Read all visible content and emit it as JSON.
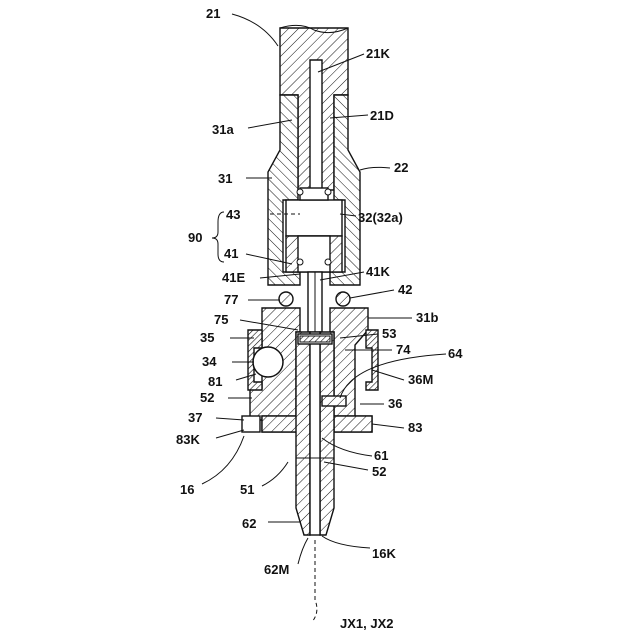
{
  "labels": {
    "l21": "21",
    "l21K": "21K",
    "l21D": "21D",
    "l31a": "31a",
    "l22": "22",
    "l31": "31",
    "l43": "43",
    "l32": "32(32a)",
    "l90": "90",
    "l41": "41",
    "l41E": "41E",
    "l41K": "41K",
    "l77": "77",
    "l42": "42",
    "l75": "75",
    "l31b": "31b",
    "l35": "35",
    "l53": "53",
    "l74": "74",
    "l64": "64",
    "l34": "34",
    "l81": "81",
    "l36M": "36M",
    "l52a": "52",
    "l36": "36",
    "l37": "37",
    "l83": "83",
    "l83K": "83K",
    "l61": "61",
    "l16": "16",
    "l51": "51",
    "l52b": "52",
    "l62": "62",
    "l16K": "16K",
    "l62M": "62M",
    "lJX": "JX1, JX2"
  }
}
